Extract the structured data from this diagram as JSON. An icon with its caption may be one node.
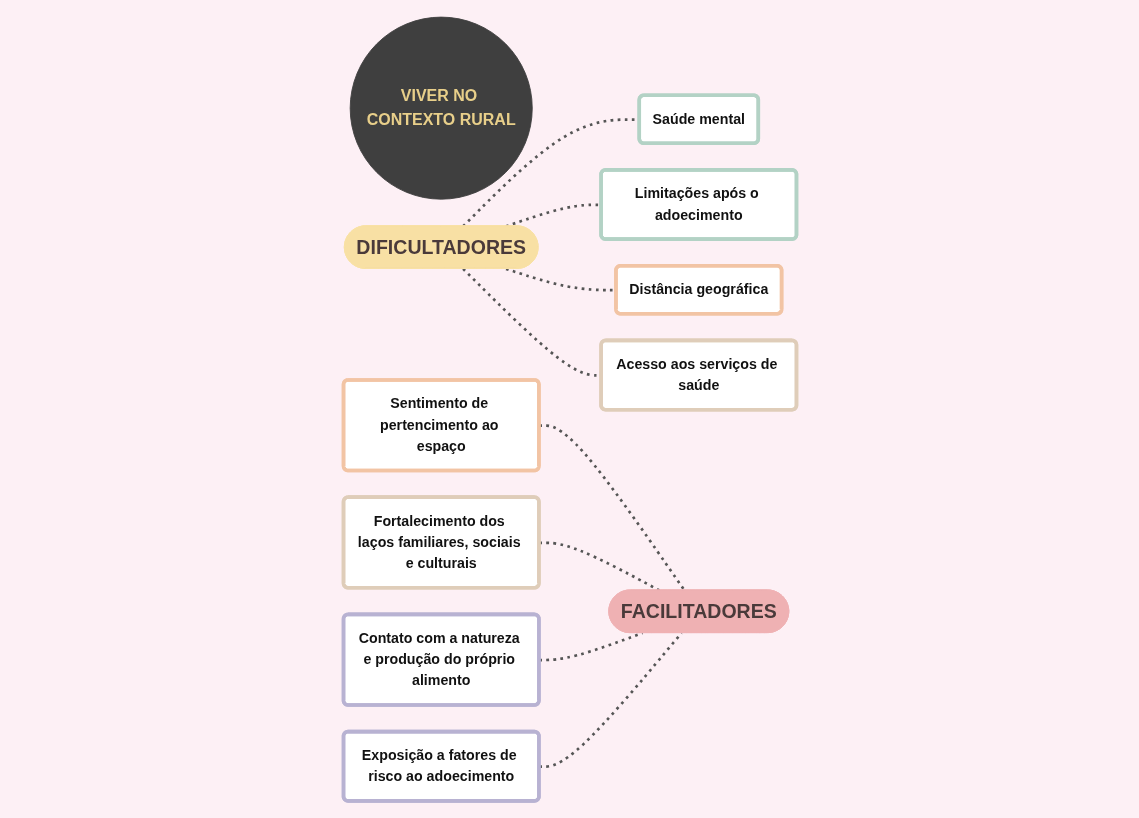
{
  "diagram": {
    "nodes": [
      {
        "text": [
          "VIVER NO CONTEXTO RURAL"
        ]
      },
      {
        "text": [
          "FACILITADORES"
        ]
      },
      {
        "text": [
          "DIFICULTADORES"
        ]
      },
      {
        "text": [
          "Sentimento de pertencimento ao espaço"
        ]
      },
      {
        "text": [
          "Fortalecimento dos laços familiares, sociais e culturais"
        ]
      },
      {
        "text": [
          "Contato com a natureza e produção do próprio alimento"
        ]
      },
      {
        "text": [
          "Exposição a fatores de risco ao adoecimento"
        ]
      },
      {
        "text": [
          "Saúde mental"
        ]
      },
      {
        "text": [
          "Limitações após o adoecimento"
        ]
      },
      {
        "text": [
          "Distância geográfica"
        ]
      },
      {
        "text": [
          "Acesso aos serviços de saúde"
        ]
      }
    ],
    "edges": [
      {
        "from": 3,
        "to": 1,
        "arrow": "none",
        "style": "dashed"
      },
      {
        "from": 4,
        "to": 1,
        "arrow": "none",
        "style": "dashed"
      },
      {
        "from": 5,
        "to": 1,
        "arrow": "none",
        "style": "dashed"
      },
      {
        "from": 6,
        "to": 1,
        "arrow": "none",
        "style": "dashed"
      },
      {
        "from": 2,
        "to": 7,
        "arrow": "none",
        "style": "dashed"
      },
      {
        "from": 2,
        "to": 8,
        "arrow": "none",
        "style": "dashed"
      },
      {
        "from": 2,
        "to": 9,
        "arrow": "none",
        "style": "dashed"
      },
      {
        "from": 2,
        "to": 10,
        "arrow": "none",
        "style": "dashed"
      }
    ]
  }
}
